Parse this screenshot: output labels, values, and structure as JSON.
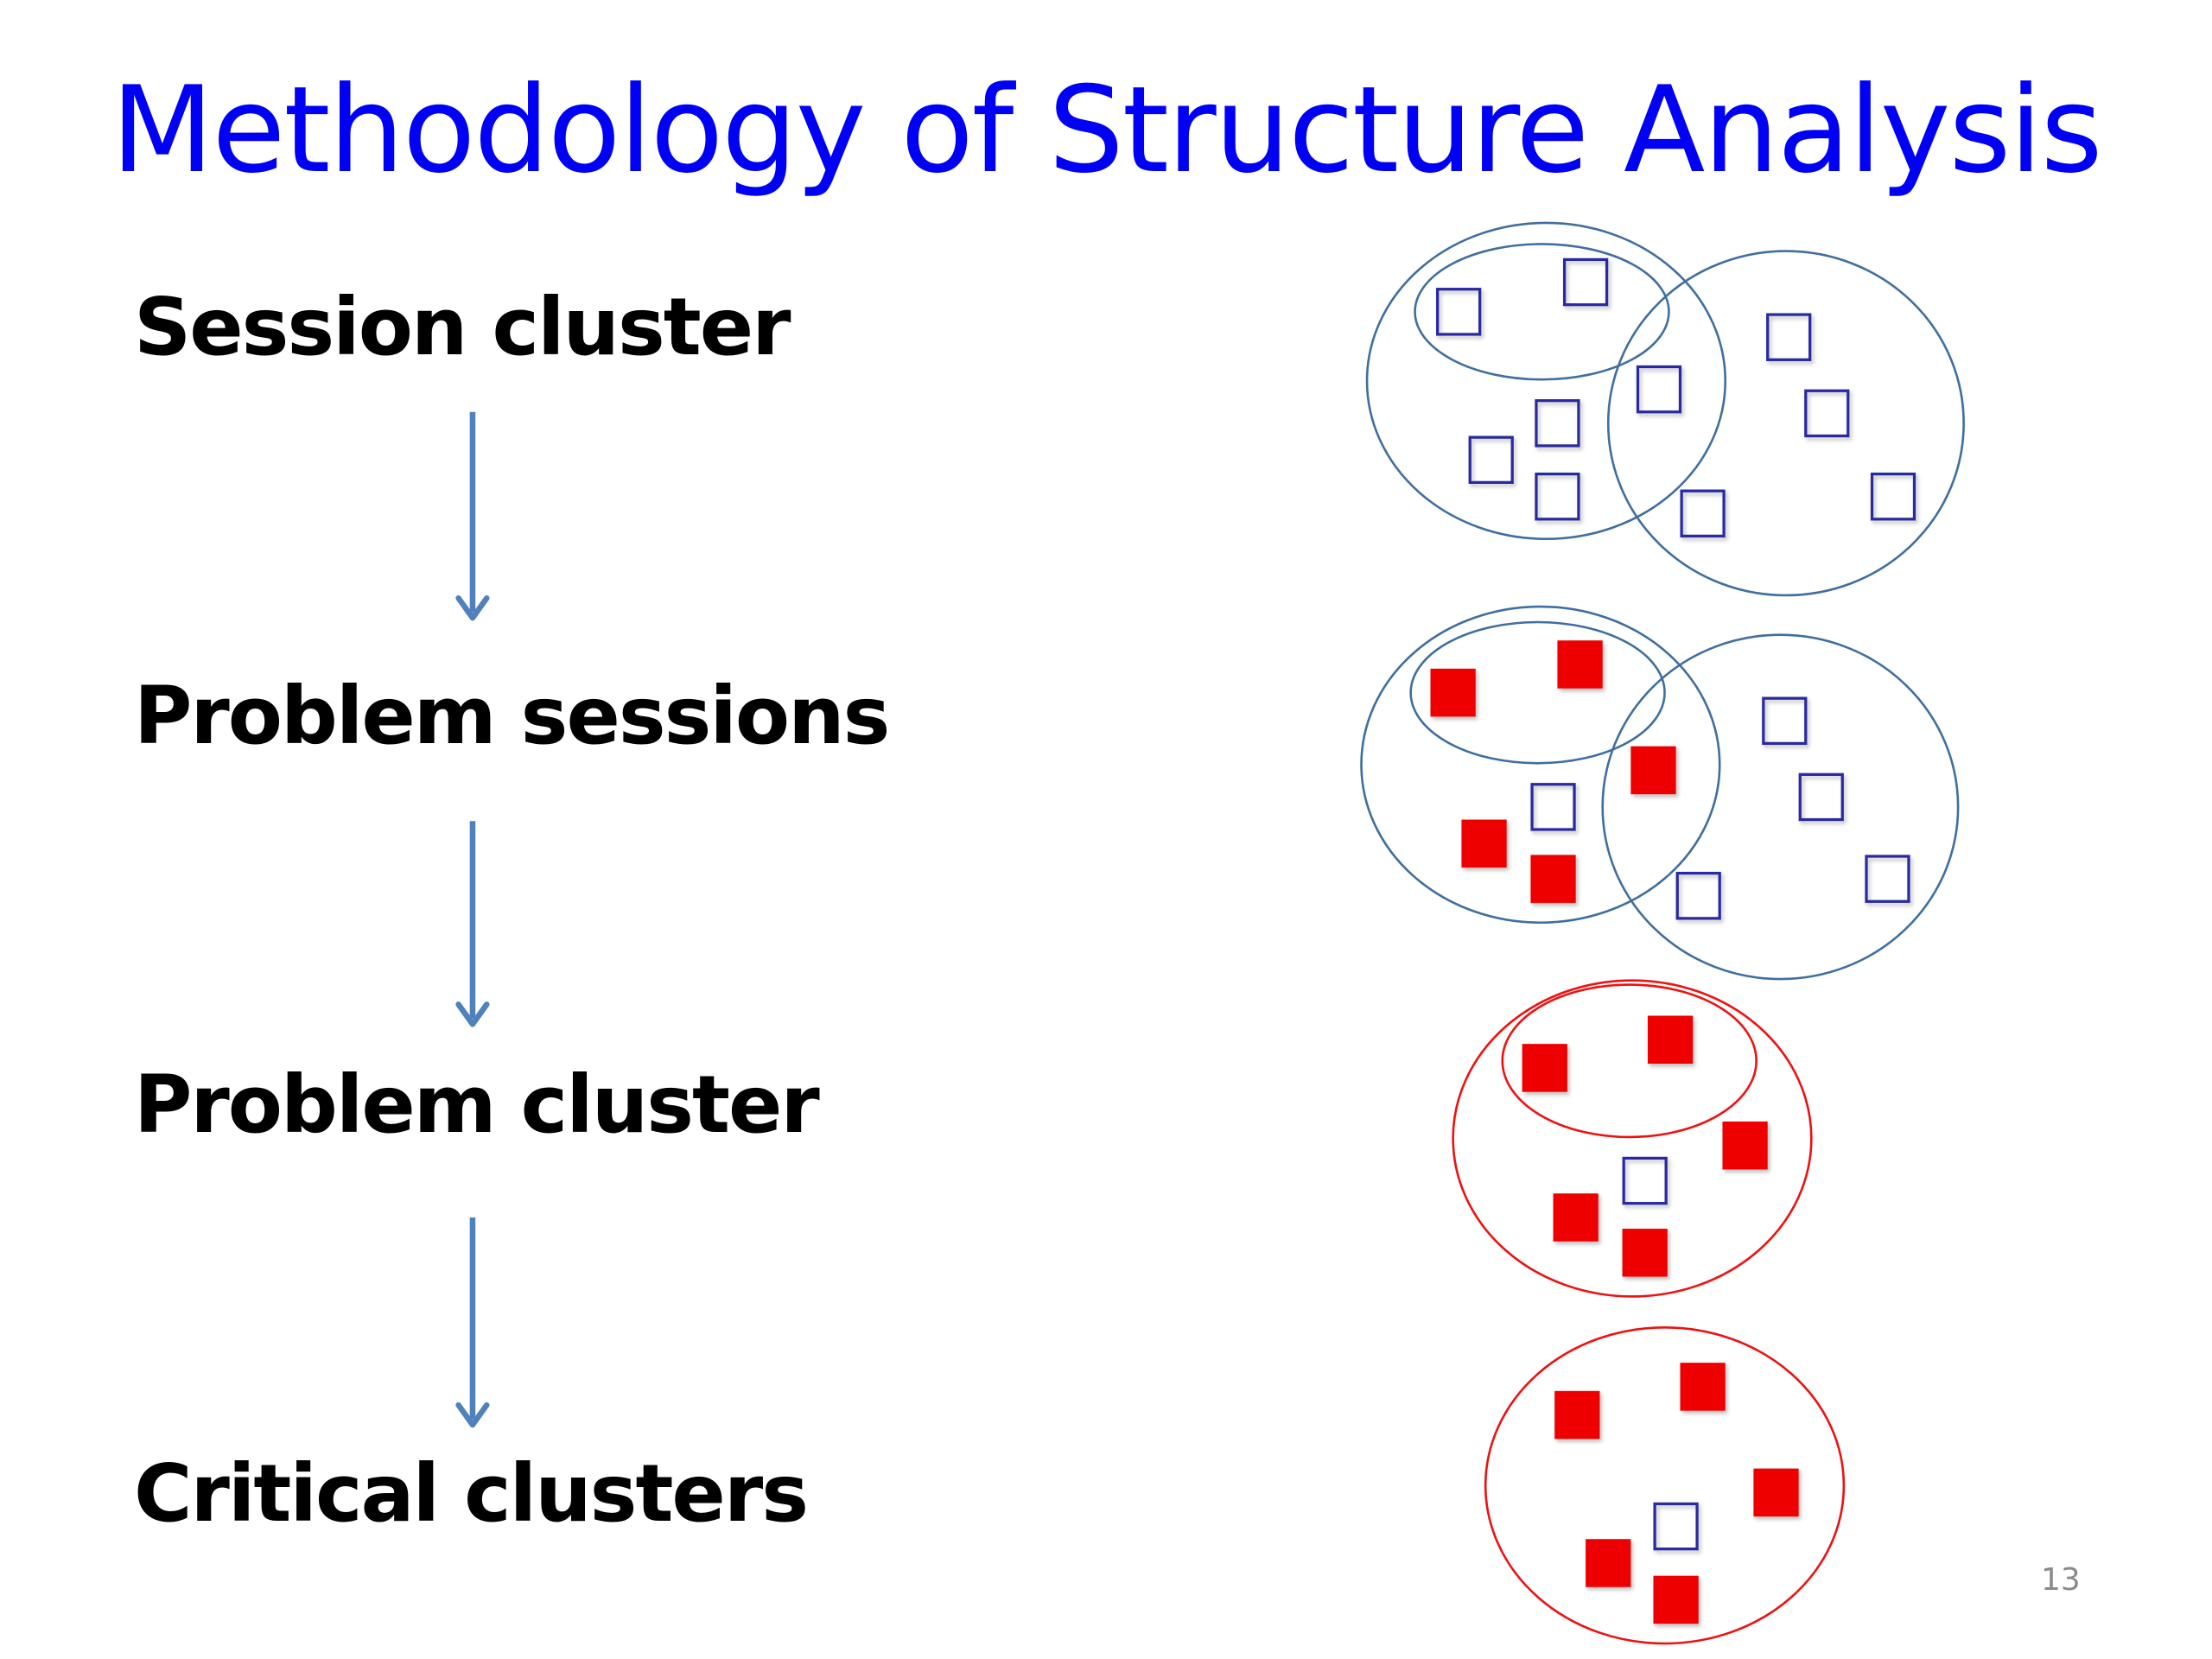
{
  "slide": {
    "title": "Methodology of Structure Analysis",
    "page_number": "13",
    "steps": [
      {
        "label": "Session cluster"
      },
      {
        "label": "Problem sessions"
      },
      {
        "label": "Problem cluster"
      },
      {
        "label": "Critical clusters"
      }
    ],
    "colors": {
      "title": "#0000f5",
      "arrow": "#4f81bd",
      "session_ellipse": "#3f6fa0",
      "problem_ellipse": "#ee1111",
      "normal_session": "#2a2aa0",
      "problem_session": "#ee0000"
    },
    "legend": {
      "normal_session_icon": "hollow-square",
      "problem_session_icon": "filled-red-square"
    }
  }
}
